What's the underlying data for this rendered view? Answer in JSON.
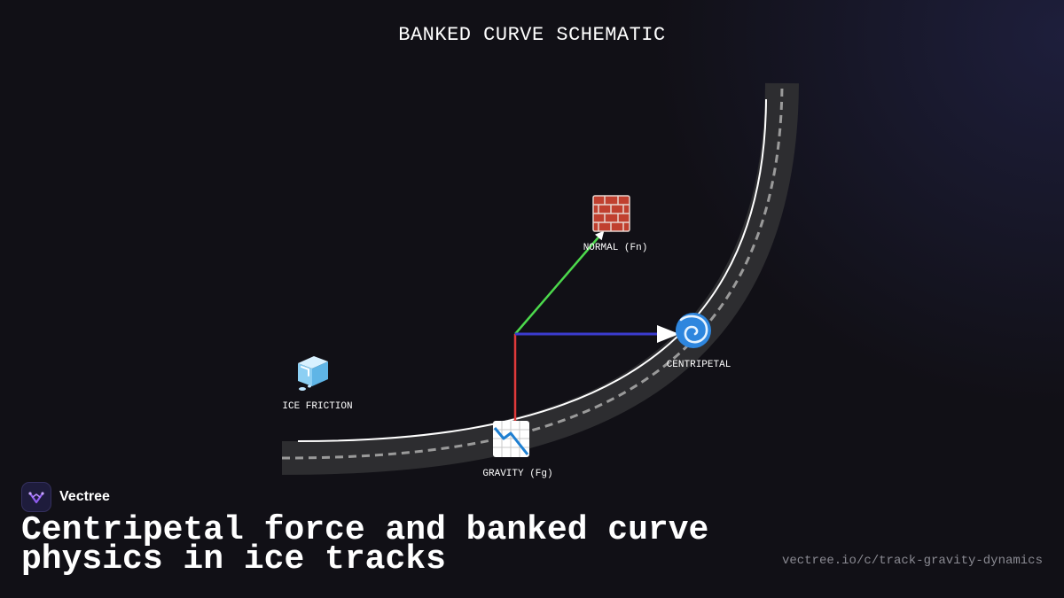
{
  "diagram": {
    "title": "BANKED CURVE SCHEMATIC",
    "forces": [
      {
        "name": "normal",
        "label": "NORMAL (Fn)",
        "icon": "brick-icon",
        "color": "#4cd94c"
      },
      {
        "name": "centripetal",
        "label": "CENTRIPETAL",
        "icon": "cyclone-icon",
        "color": "#3b3bcf"
      },
      {
        "name": "gravity",
        "label": "GRAVITY (Fg)",
        "icon": "chart-decreasing-icon",
        "color": "#e03a3a"
      },
      {
        "name": "ice-friction",
        "label": "ICE FRICTION",
        "icon": "ice-cube-icon"
      }
    ],
    "track_color": "#2d2d30"
  },
  "brand": {
    "name": "Vectree",
    "logo_icon": "vectree-logo-icon",
    "accent": "#8f5cf0"
  },
  "headline": "Centripetal force and banked curve physics in ice tracks",
  "url": "vectree.io/c/track-gravity-dynamics"
}
